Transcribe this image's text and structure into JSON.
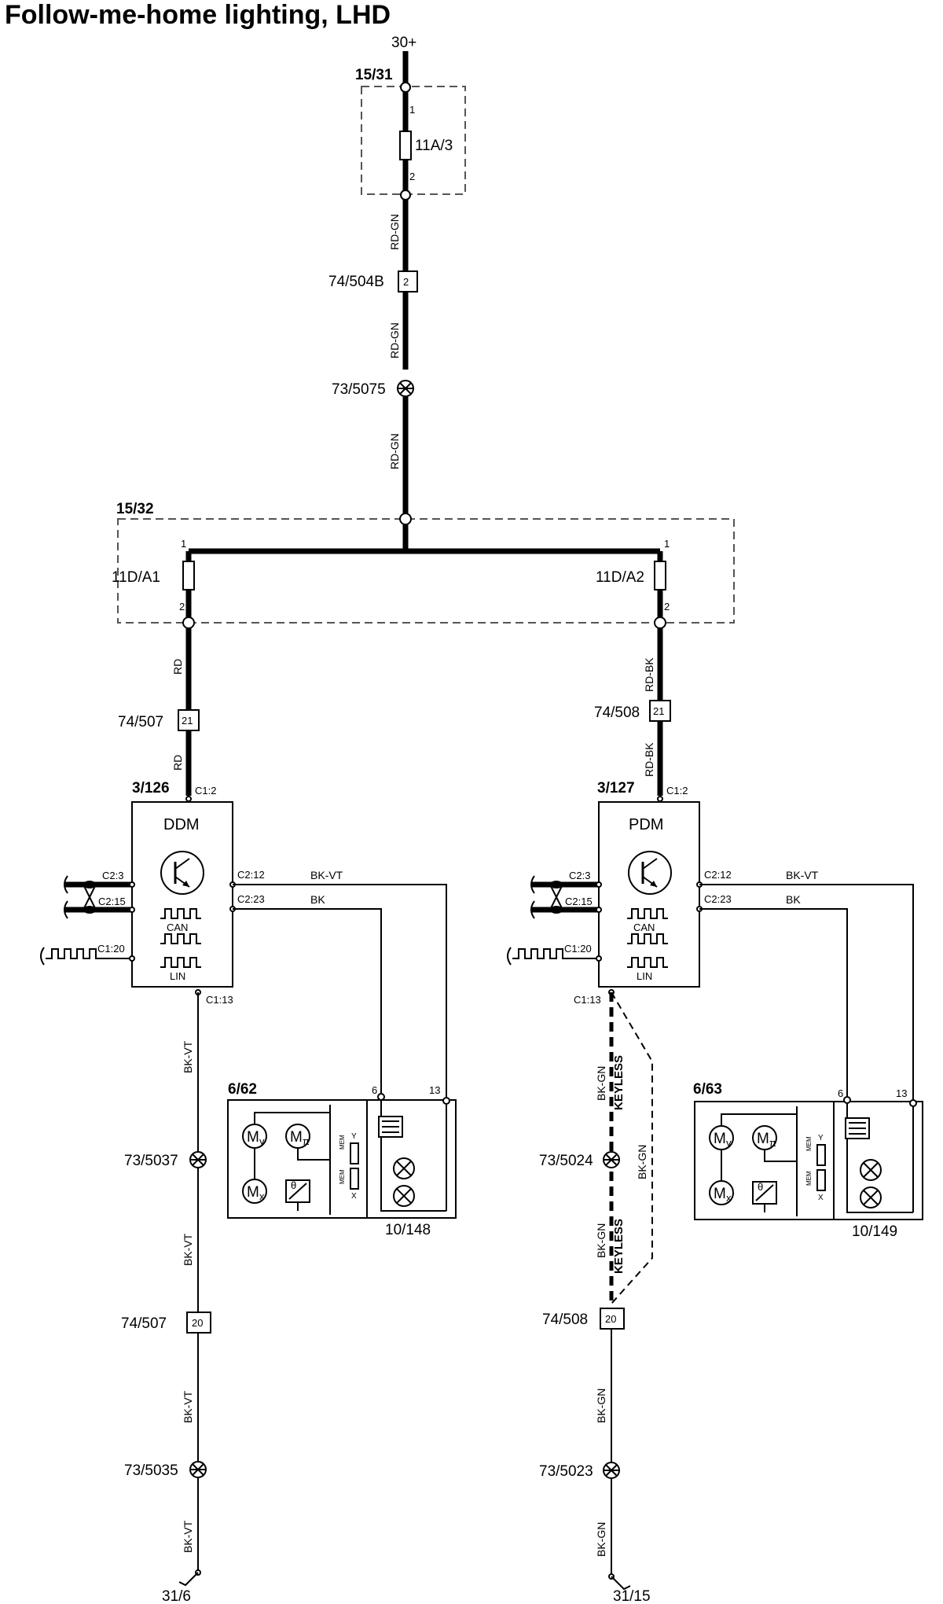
{
  "title": "Follow-me-home lighting, LHD",
  "supply": "30+",
  "fuse_box_top": {
    "id": "15/31",
    "fuse": "11A/3",
    "pin_in": "1",
    "pin_out": "2"
  },
  "fuse_box_mid": {
    "id": "15/32",
    "fuse_left": "11D/A1",
    "fuse_right": "11D/A2",
    "pin_l_in": "1",
    "pin_l_out": "2",
    "pin_r_in": "1",
    "pin_r_out": "2"
  },
  "wires": {
    "rd_gn": "RD-GN",
    "rd": "RD",
    "rd_bk": "RD-BK",
    "bk_vt": "BK-VT",
    "bk": "BK",
    "bk_gn": "BK-GN",
    "keyless": "KEYLESS"
  },
  "connectors": {
    "c_504b": "74/504B",
    "c_504b_pin": "2",
    "c_507_top": "74/507",
    "c_507_top_pin": "21",
    "c_508_top": "74/508",
    "c_508_top_pin": "21",
    "c_507_bot": "74/507",
    "c_507_bot_pin": "20",
    "c_508_bot": "74/508",
    "c_508_bot_pin": "20"
  },
  "splices": {
    "s_5075": "73/5075",
    "s_5037": "73/5037",
    "s_5035": "73/5035",
    "s_5024": "73/5024",
    "s_5023": "73/5023"
  },
  "ddm": {
    "id": "3/126",
    "name": "DDM",
    "pin_power": "C1:2",
    "pin_c2_3": "C2:3",
    "pin_c2_15": "C2:15",
    "pin_c1_20": "C1:20",
    "pin_c2_12": "C2:12",
    "pin_c2_23": "C2:23",
    "pin_ground": "C1:13",
    "can": "CAN",
    "lin": "LIN"
  },
  "pdm": {
    "id": "3/127",
    "name": "PDM",
    "pin_power": "C1:2",
    "pin_c2_3": "C2:3",
    "pin_c2_15": "C2:15",
    "pin_c1_20": "C1:20",
    "pin_c2_12": "C2:12",
    "pin_c2_23": "C2:23",
    "pin_ground": "C1:13",
    "can": "CAN",
    "lin": "LIN"
  },
  "mirror_left": {
    "id": "6/62",
    "lamp_unit": "10/148",
    "pin6": "6",
    "pin13": "13",
    "motor_y": "M",
    "sub_y": "y",
    "motor_x": "M",
    "sub_x": "x",
    "motor_t": "M",
    "sub_t": "π",
    "theta": "θ",
    "mem": "MEM",
    "mem_y": "Y",
    "mem_x": "X"
  },
  "mirror_right": {
    "id": "6/63",
    "lamp_unit": "10/149",
    "pin6": "6",
    "pin13": "13",
    "motor_y": "M",
    "sub_y": "y",
    "motor_x": "M",
    "sub_x": "x",
    "motor_t": "M",
    "sub_t": "π",
    "theta": "θ",
    "mem": "MEM",
    "mem_y": "Y",
    "mem_x": "X"
  },
  "grounds": {
    "left": "31/6",
    "right": "31/15"
  }
}
